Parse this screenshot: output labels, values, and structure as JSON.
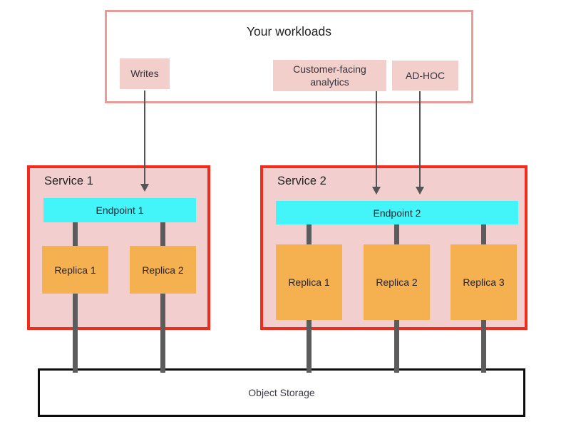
{
  "diagram": {
    "workloads": {
      "title": "Your workloads",
      "items": [
        {
          "label": "Writes"
        },
        {
          "label": "Customer-facing analytics"
        },
        {
          "label": "AD-HOC"
        }
      ]
    },
    "services": [
      {
        "name": "Service 1",
        "endpoint": "Endpoint 1",
        "replicas": [
          "Replica 1",
          "Replica 2"
        ]
      },
      {
        "name": "Service 2",
        "endpoint": "Endpoint 2",
        "replicas": [
          "Replica 1",
          "Replica 2",
          "Replica 3"
        ]
      }
    ],
    "storage": {
      "label": "Object Storage"
    },
    "colors": {
      "workloads_border": "#e69d98",
      "workload_chip_fill": "#f2cfcb",
      "service_border": "#f22b1a",
      "service_fill": "#f2cfce",
      "endpoint_fill": "#43f4f9",
      "replica_fill": "#f5b04f",
      "connector_gray": "#5c5c5c",
      "arrow_gray": "#555555",
      "storage_border": "#0c0c0c"
    }
  }
}
